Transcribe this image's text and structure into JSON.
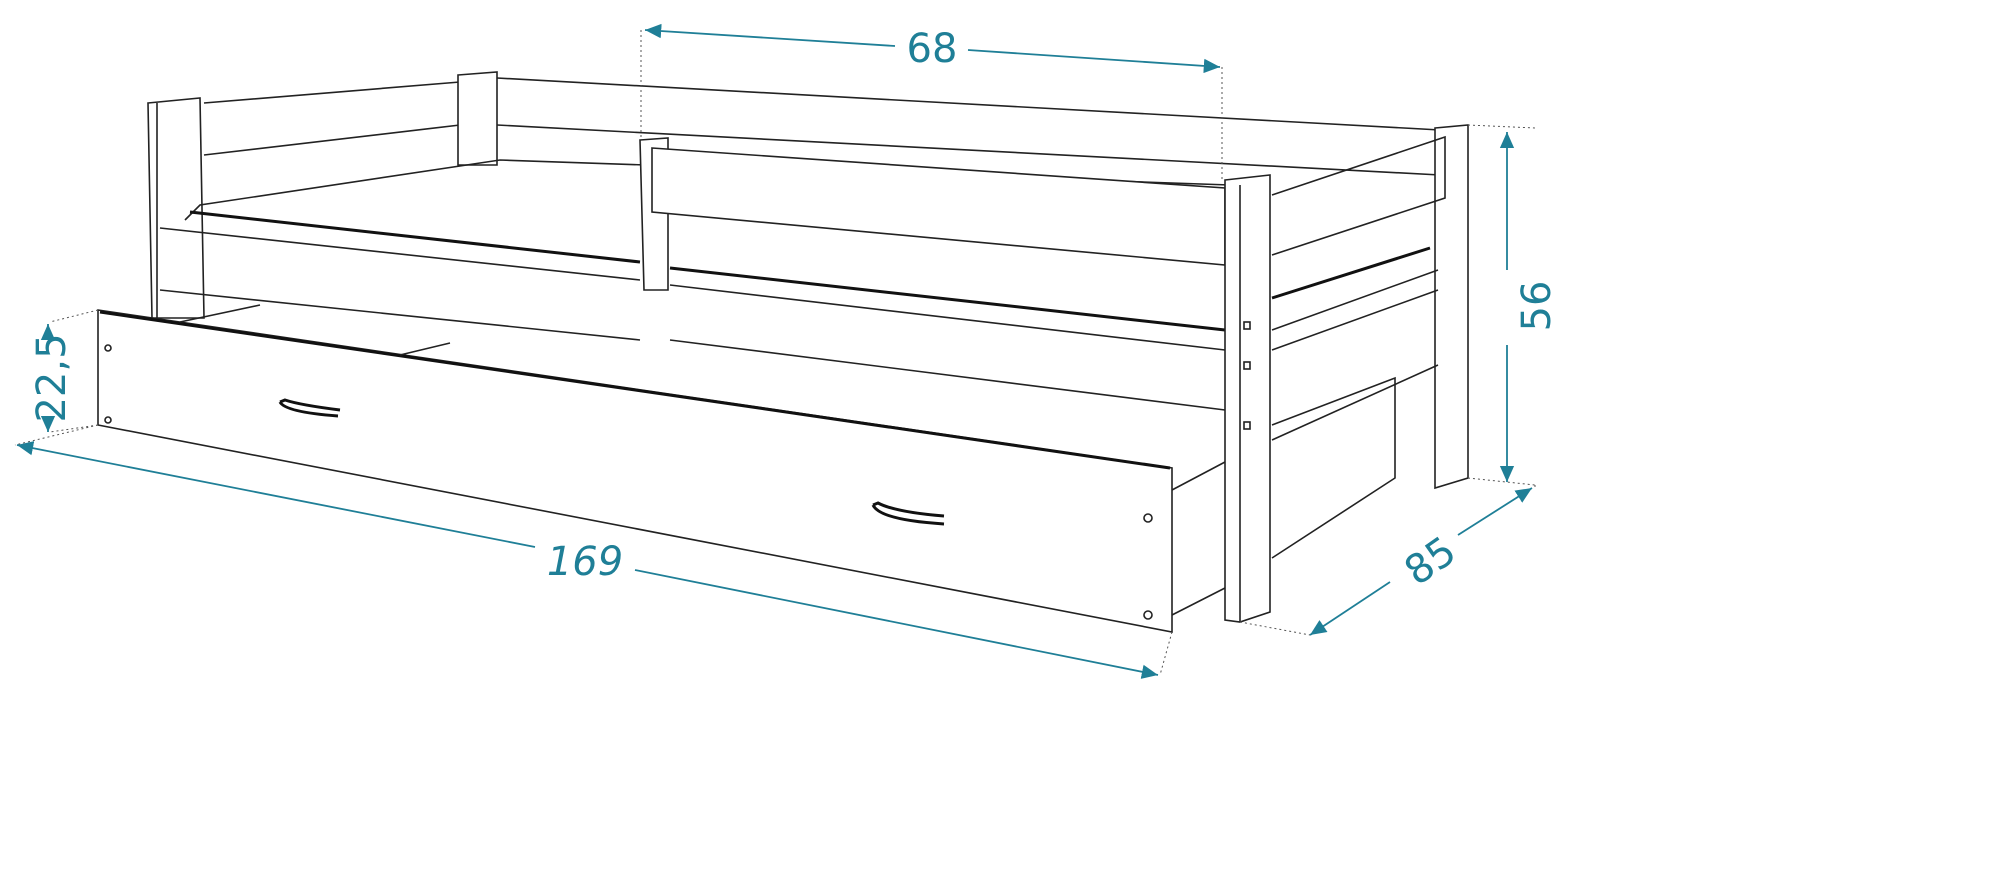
{
  "diagram": {
    "subject": "bed-with-drawer",
    "accent_color": "#1f7f97",
    "dimensions": {
      "top_rail_length": "68",
      "height": "56",
      "depth": "85",
      "length": "169",
      "drawer_height": "22,5"
    }
  }
}
